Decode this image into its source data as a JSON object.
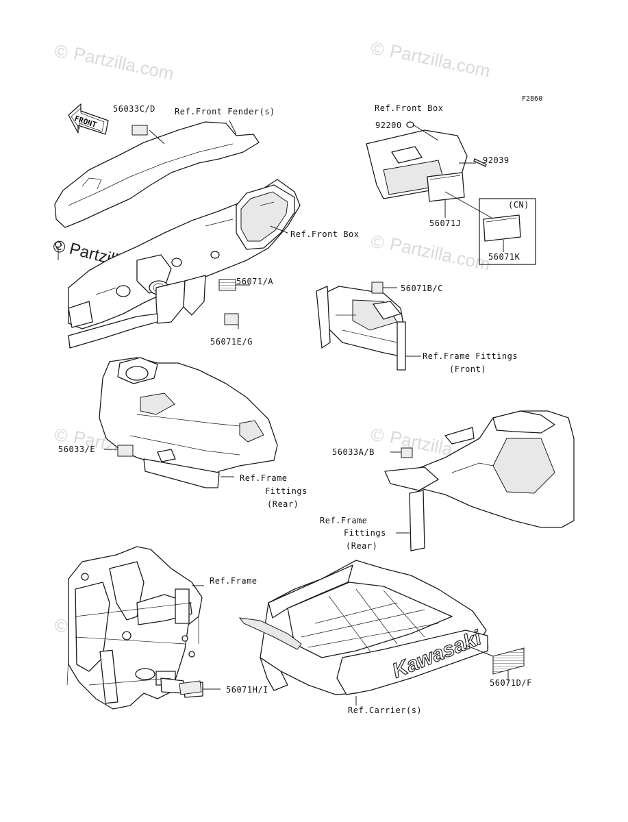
{
  "figure_code": "F2860",
  "front_arrow_label": "FRONT",
  "watermarks": {
    "copyright_symbol": "©",
    "brand": "Partzilla.com"
  },
  "logo_text": "Kawasaki",
  "callouts": {
    "c56033cd": "56033C/D",
    "ref_front_fender": "Ref.Front Fender(s)",
    "ref_front_box_top": "Ref.Front Box",
    "c92200": "92200",
    "c92039": "92039",
    "cn": "(CN)",
    "c56071j": "56071J",
    "c56071k": "56071K",
    "ref_front_box_mid": "Ref.Front Box",
    "c56071a": "56071/A",
    "c56071eg": "56071E/G",
    "c56071bc": "56071B/C",
    "ref_frame_fittings_front_1": "Ref.Frame Fittings",
    "ref_frame_fittings_front_2": "(Front)",
    "c56033e": "56033/E",
    "ref_frame_fittings_rear_l1": "Ref.Frame",
    "ref_frame_fittings_rear_l2": "Fittings",
    "ref_frame_fittings_rear_l3": "(Rear)",
    "c56033ab": "56033A/B",
    "ref_frame_fittings_rear_r1": "Ref.Frame",
    "ref_frame_fittings_rear_r2": "Fittings",
    "ref_frame_fittings_rear_r3": "(Rear)",
    "ref_frame": "Ref.Frame",
    "c56071hi": "56071H/I",
    "c56071df": "56071D/F",
    "ref_carriers": "Ref.Carrier(s)"
  }
}
